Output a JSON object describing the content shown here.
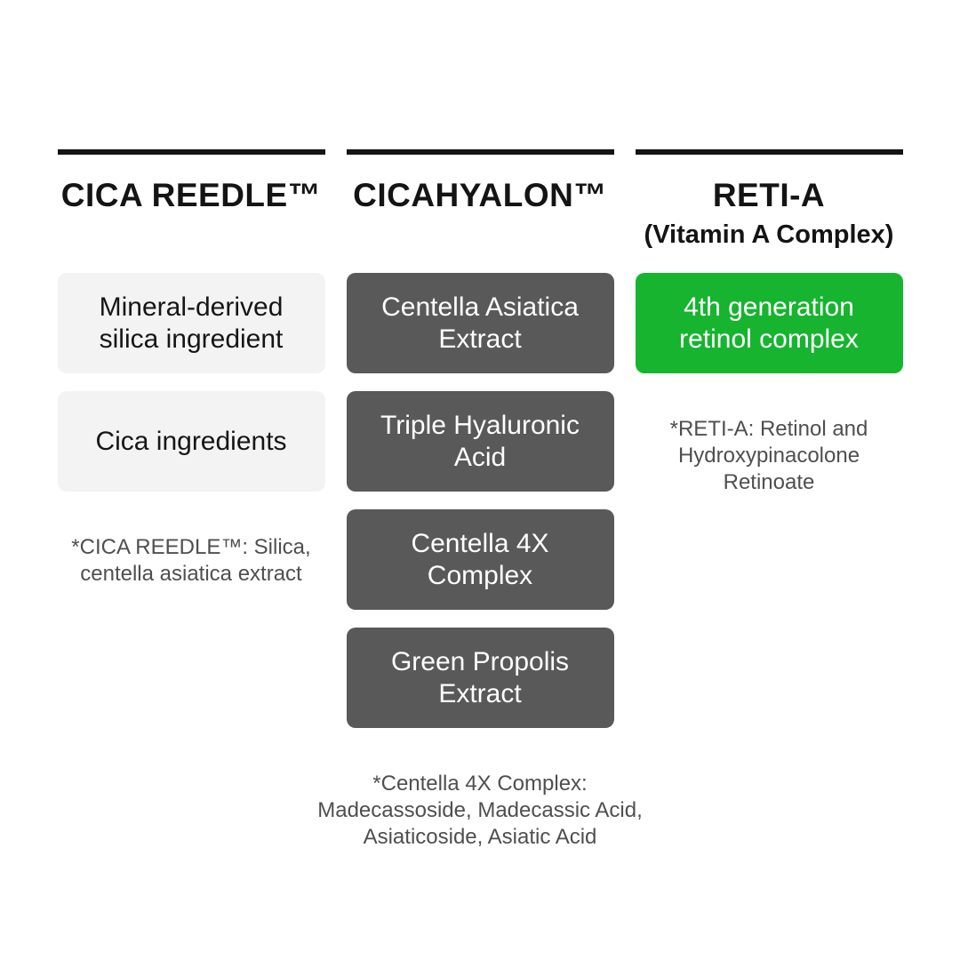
{
  "page": {
    "background": "#ffffff"
  },
  "colors": {
    "divider": "#141414",
    "title_text": "#141414",
    "light_box_bg": "#f3f3f3",
    "light_box_text": "#161616",
    "dark_box_bg": "#595959",
    "green_box_bg": "#16b42f",
    "box_text_on_dark": "#ffffff",
    "footnote_text": "#4f4f4f"
  },
  "columns": [
    {
      "title": "CICA REEDLE™",
      "subtitle": "",
      "style": "light",
      "items": [
        "Mineral-derived\nsilica ingredient",
        "Cica ingredients"
      ],
      "footnote": "*CICA REEDLE™: Silica,\ncentella asiatica extract"
    },
    {
      "title": "CICAHYALON™",
      "subtitle": "",
      "style": "dark",
      "items": [
        "Centella Asiatica\nExtract",
        "Triple Hyaluronic\nAcid",
        "Centella 4X\nComplex",
        "Green Propolis\nExtract"
      ],
      "footnote": "*Centella 4X Complex:\nMadecassoside, Madecassic Acid,\nAsiaticoside, Asiatic Acid"
    },
    {
      "title": "RETI-A",
      "subtitle": "(Vitamin A Complex)",
      "style": "green",
      "items": [
        "4th generation\nretinol complex"
      ],
      "footnote": "*RETI-A: Retinol and\nHydroxypinacolone\nRetinoate"
    }
  ]
}
